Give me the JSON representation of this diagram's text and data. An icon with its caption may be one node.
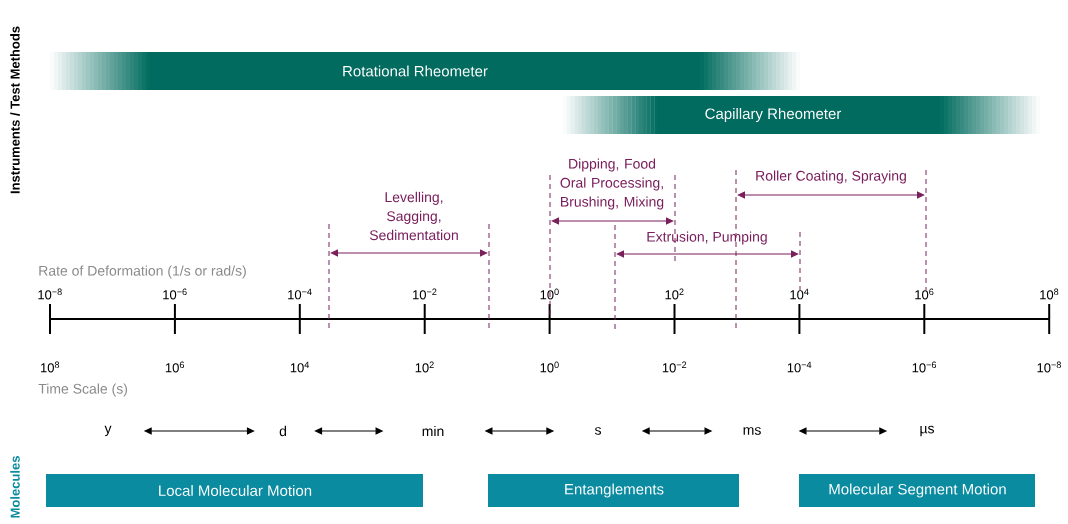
{
  "diagram": {
    "nodes": [
      {
        "text": [
          "Rotational Rheometer"
        ]
      },
      {
        "text": [
          "Capillary Rheometer"
        ]
      },
      {
        "text": [
          "y"
        ]
      },
      {
        "text": [
          "d"
        ]
      },
      {
        "text": [
          "min"
        ]
      },
      {
        "text": [
          "s"
        ]
      },
      {
        "text": [
          "ms"
        ]
      },
      {
        "text": [
          "µs"
        ]
      },
      {
        "text": [
          "Local Molecular Motion"
        ]
      },
      {
        "text": [
          "Entanglements"
        ]
      },
      {
        "text": [
          "Molecular Segment Motion"
        ]
      }
    ],
    "edges": [
      {
        "from": 2,
        "to": 3,
        "arrow": "both"
      },
      {
        "from": 3,
        "to": 4,
        "arrow": "both"
      },
      {
        "from": 4,
        "to": 5,
        "arrow": "both"
      },
      {
        "from": 5,
        "to": 6,
        "arrow": "both"
      },
      {
        "from": 6,
        "to": 7,
        "arrow": "both"
      }
    ],
    "labels": [
      "Instruments / Test Methods",
      "Levelling, Sagging, Sedimentation",
      "Dipping, Food Oral Processing, Brushing, Mixing",
      "Roller Coating, Spraying",
      "Extrusion, Pumping",
      "Rate of Deformation (1/s or rad/s)",
      "10$^{−8}$",
      "10$^{−6}$",
      "10$^{−4}$",
      "10$^{−2}$",
      "10$^{0}$",
      "10$^{2}$",
      "10$^{4}$",
      "10$^{6}$",
      "10$^{8}$",
      "10$^{8}$",
      "10$^{6}$",
      "10$^{4}$",
      "10$^{2}$",
      "10$^{0}$",
      "10$^{−2}$",
      "10$^{−4}$",
      "10$^{−6}$",
      "10$^{−8}$",
      "Time Scale (s)",
      "Molecules"
    ]
  }
}
